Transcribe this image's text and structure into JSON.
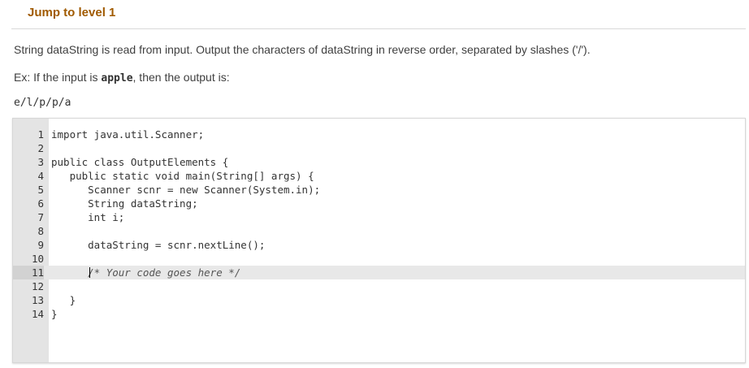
{
  "header": {
    "level_link": "Jump to level 1"
  },
  "prompt": {
    "instruction": "String dataString is read from input. Output the characters of dataString in reverse order, separated by slashes ('/').",
    "example_prefix": "Ex: If the input is ",
    "example_input": "apple",
    "example_suffix": ", then the output is:",
    "example_output": "e/l/p/p/a"
  },
  "editor": {
    "active_line": 11,
    "lines": [
      {
        "n": "1",
        "text": "import java.util.Scanner;"
      },
      {
        "n": "2",
        "text": ""
      },
      {
        "n": "3",
        "text": "public class OutputElements {"
      },
      {
        "n": "4",
        "text": "   public static void main(String[] args) {"
      },
      {
        "n": "5",
        "text": "      Scanner scnr = new Scanner(System.in);"
      },
      {
        "n": "6",
        "text": "      String dataString;"
      },
      {
        "n": "7",
        "text": "      int i;"
      },
      {
        "n": "8",
        "text": ""
      },
      {
        "n": "9",
        "text": "      dataString = scnr.nextLine();"
      },
      {
        "n": "10",
        "text": ""
      },
      {
        "n": "11",
        "text": "      /* Your code goes here */"
      },
      {
        "n": "12",
        "text": ""
      },
      {
        "n": "13",
        "text": "   }"
      },
      {
        "n": "14",
        "text": "}"
      }
    ]
  }
}
